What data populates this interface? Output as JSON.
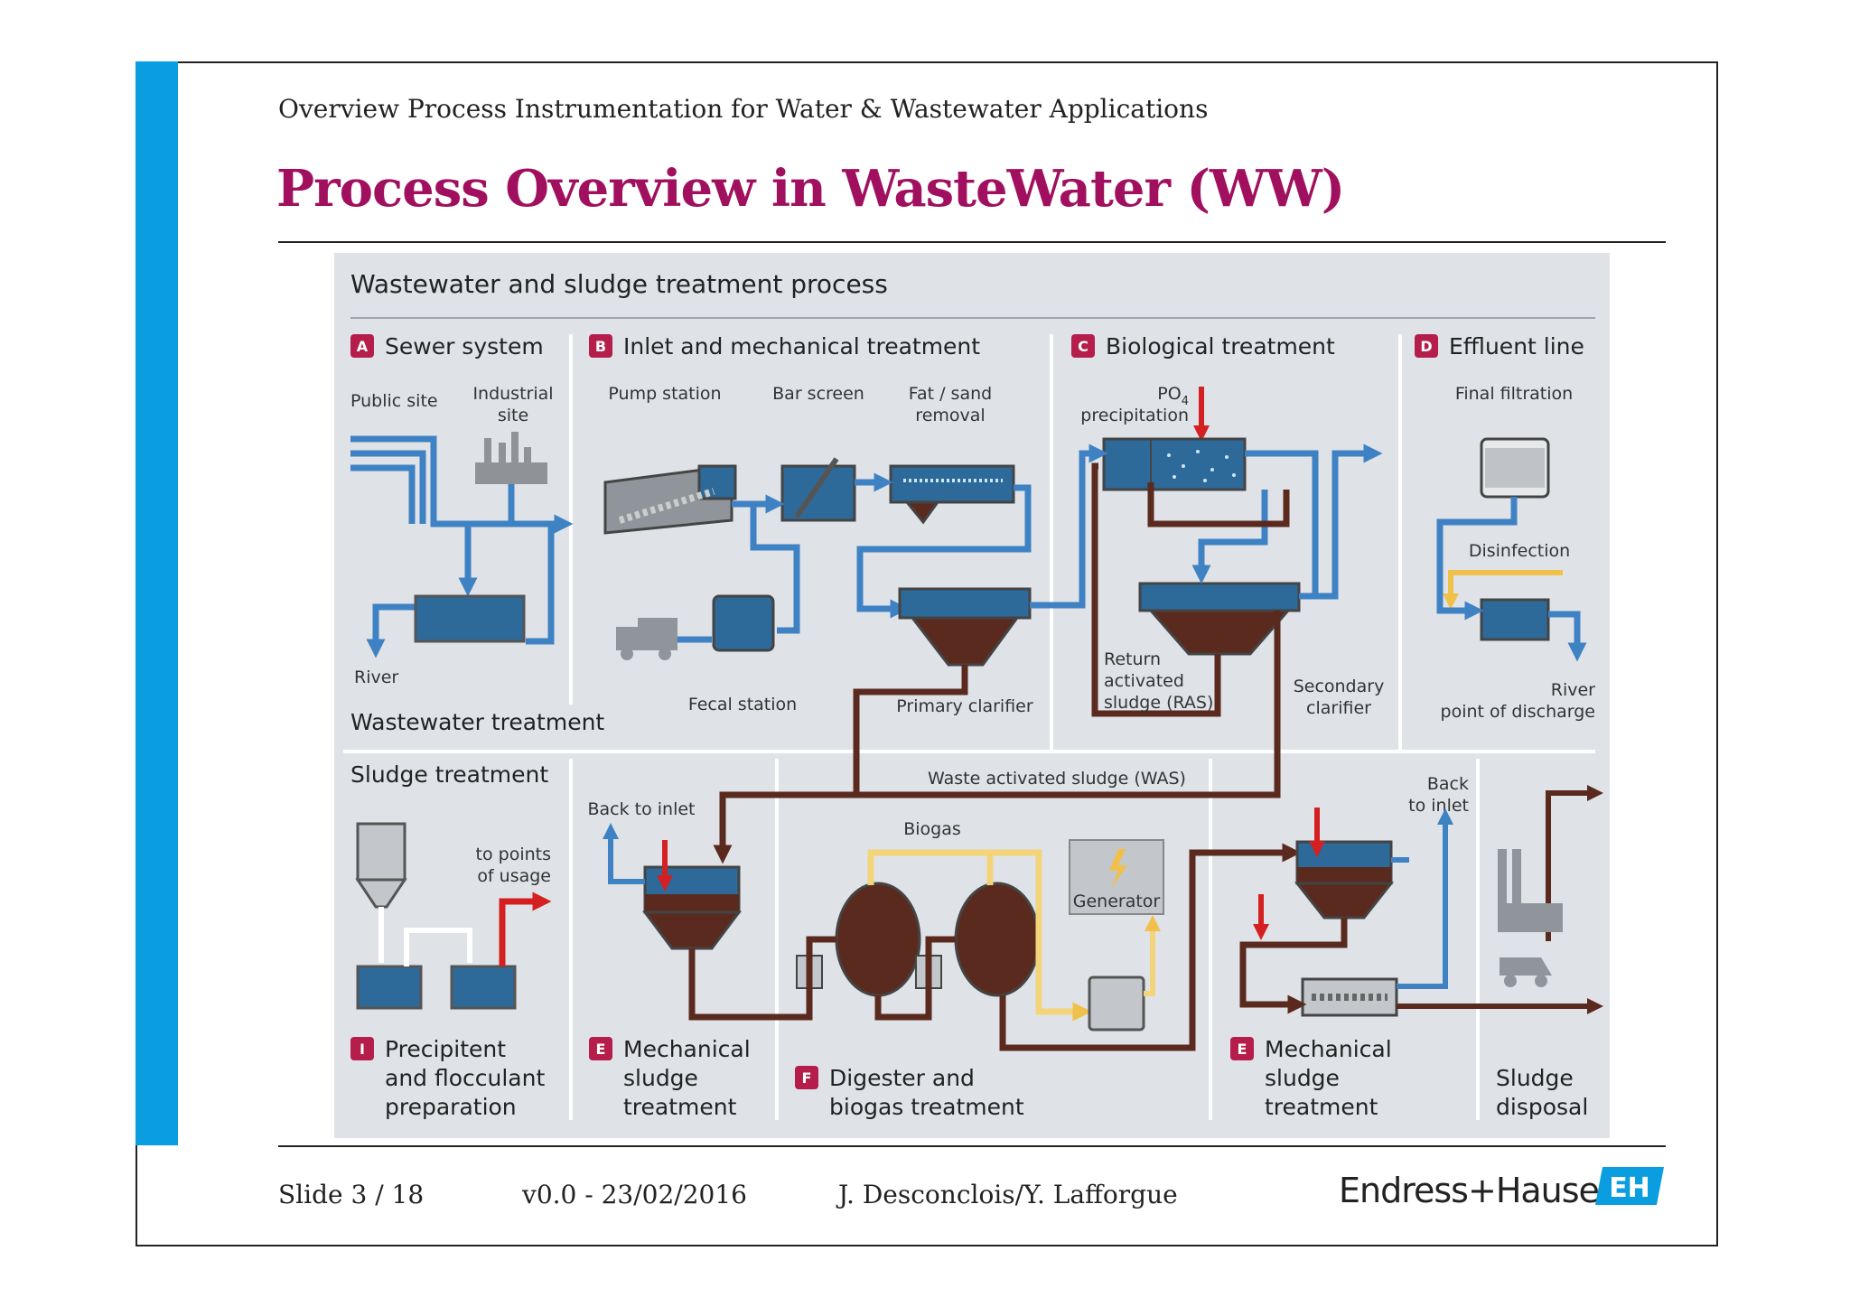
{
  "header": {
    "subtitle": "Overview Process Instrumentation for Water & Wastewater Applications",
    "title": "Process Overview in WasteWater (WW)"
  },
  "diagram": {
    "title": "Wastewater and sludge treatment process",
    "sections": {
      "a": {
        "badge": "A",
        "title": "Sewer system"
      },
      "b": {
        "badge": "B",
        "title": "Inlet and mechanical treatment"
      },
      "c": {
        "badge": "C",
        "title": "Biological treatment"
      },
      "d": {
        "badge": "D",
        "title": "Effluent line"
      },
      "i": {
        "badge": "I",
        "title_lines": [
          "Precipitent",
          "and flocculant",
          "preparation"
        ]
      },
      "e1": {
        "badge": "E",
        "title_lines": [
          "Mechanical",
          "sludge",
          "treatment"
        ]
      },
      "f": {
        "badge": "F",
        "title_lines": [
          "Digester and",
          "biogas treatment"
        ]
      },
      "e2": {
        "badge": "E",
        "title_lines": [
          "Mechanical",
          "sludge",
          "treatment"
        ]
      },
      "disposal": {
        "title_lines": [
          "Sludge",
          "disposal"
        ]
      }
    },
    "group_labels": {
      "wastewater": "Wastewater treatment",
      "sludge": "Sludge treatment"
    },
    "labels": {
      "public_site": "Public site",
      "industrial_site": [
        "Industrial",
        "site"
      ],
      "river_a": "River",
      "pump_station": "Pump station",
      "bar_screen": "Bar screen",
      "fat_sand": [
        "Fat / sand",
        "removal"
      ],
      "fecal_station": "Fecal station",
      "primary_clarifier": "Primary clarifier",
      "po4": [
        "PO",
        "4",
        "precipitation"
      ],
      "ras": [
        "Return",
        "activated",
        "sludge (RAS)"
      ],
      "secondary_clarifier": [
        "Secondary",
        "clarifier"
      ],
      "final_filtration": "Final filtration",
      "disinfection": "Disinfection",
      "river_discharge": [
        "River",
        "point of discharge"
      ],
      "was": "Waste activated sludge (WAS)",
      "back_to_inlet_1": "Back to inlet",
      "to_points_of_usage": [
        "to points",
        "of usage"
      ],
      "biogas": "Biogas",
      "generator": "Generator",
      "back_to_inlet_2": [
        "Back",
        "to inlet"
      ]
    },
    "colors": {
      "water": "#3f82c4",
      "sludge": "#5b2a1f",
      "biogas": "#f4d47a",
      "dosing": "#d42020",
      "badge": "#b51d4a",
      "panel": "#dfe3e8"
    }
  },
  "footer": {
    "slide": "Slide 3 / 18",
    "version": "v0.0 - 23/02/2016",
    "authors": "J. Desconclois/Y. Lafforgue",
    "brand": "Endress+Hauser",
    "logo_text": "EH"
  }
}
